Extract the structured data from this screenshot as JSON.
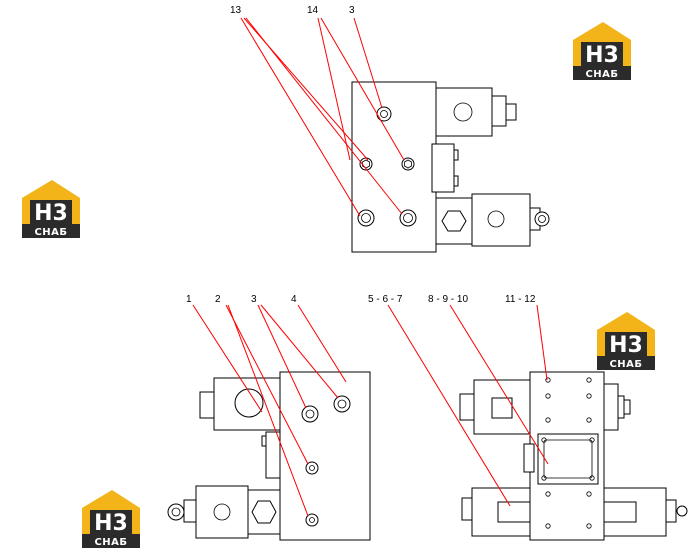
{
  "callouts": {
    "top": {
      "c13": "13",
      "c14": "14",
      "c3": "3"
    },
    "bottom_left": {
      "c1": "1",
      "c2": "2",
      "c3": "3",
      "c4": "4"
    },
    "bottom_right": {
      "c567": "5 - 6 - 7",
      "c8910": "8 - 9 - 10",
      "c1112": "11  - 12"
    }
  },
  "logos": [
    {
      "mark": "H3",
      "text": "СНАБ"
    },
    {
      "mark": "H3",
      "text": "СНАБ"
    },
    {
      "mark": "H3",
      "text": "СНАБ"
    },
    {
      "mark": "H3",
      "text": "СНАБ"
    }
  ],
  "colors": {
    "leader": "#ff0000",
    "logo_gold": "#f2b418",
    "logo_dark": "#2b2b2b"
  }
}
